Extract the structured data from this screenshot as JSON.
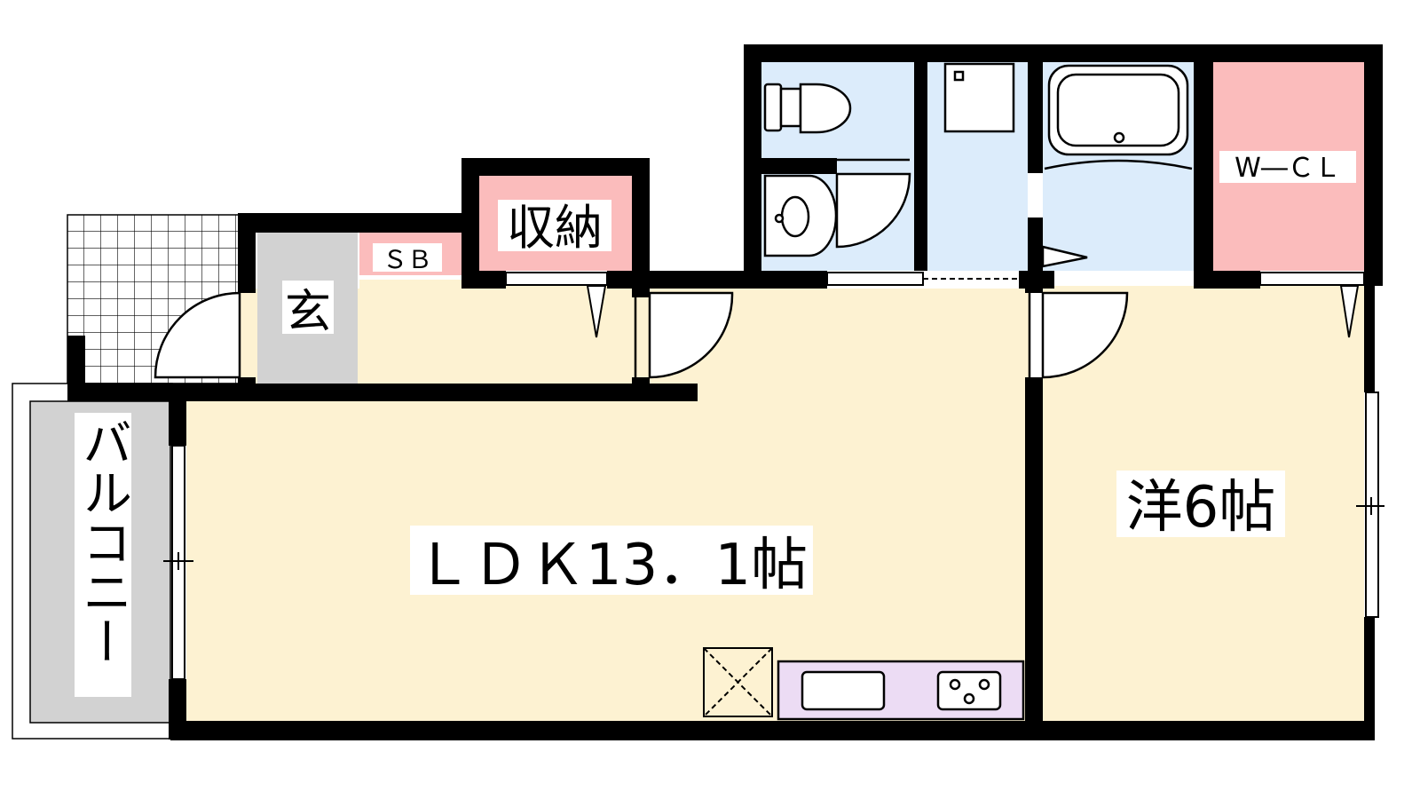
{
  "rooms": {
    "ldk": "ＬＤＫ13．1帖",
    "western": "洋6帖",
    "storage": "収納",
    "entrance": "玄",
    "shoe_box": "ＳＢ",
    "walk_in_closet": "W―ＣＬ",
    "balcony": "バルコニー"
  },
  "colors": {
    "living_floor": "#fdf2d2",
    "wet_area": "#dcecfb",
    "storage": "#fbbcbc",
    "entrance": "#d2d2d2",
    "kitchen": "#ecdcf4",
    "balcony": "#d2d2d2",
    "wall": "#000000"
  }
}
